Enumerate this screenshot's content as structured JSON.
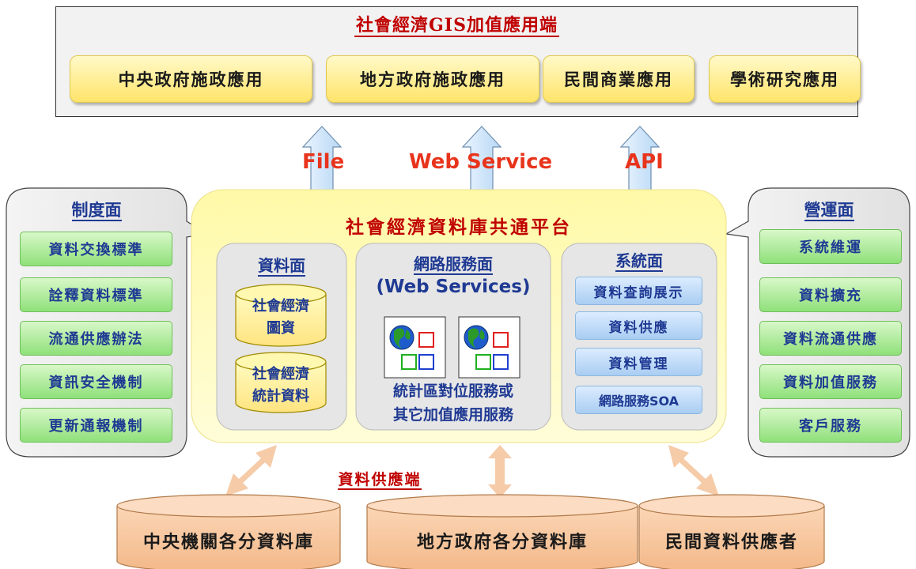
{
  "value_added": {
    "title": "社會經濟GIS加值應用端",
    "apps": [
      "中央政府施政應用",
      "地方政府施政應用",
      "民間商業應用",
      "學術研究應用"
    ]
  },
  "interfaces": [
    "File",
    "Web Service",
    "API"
  ],
  "institutional": {
    "title": "制度面",
    "items": [
      "資料交換標準",
      "詮釋資料標準",
      "流通供應辦法",
      "資訊安全機制",
      "更新通報機制"
    ]
  },
  "operations": {
    "title": "營運面",
    "items": [
      "系統維運",
      "資料擴充",
      "資料流通供應",
      "資料加值服務",
      "客戶服務"
    ]
  },
  "platform": {
    "title": "社會經濟資料庫共通平台",
    "data_side": {
      "title": "資料面",
      "cylinders": [
        [
          "社會經濟",
          "圖資"
        ],
        [
          "社會經濟",
          "統計資料"
        ]
      ]
    },
    "web_service_side": {
      "title": "網路服務面",
      "subtitle": "(Web Services)",
      "caption": [
        "統計區對位服務或",
        "其它加值應用服務"
      ]
    },
    "system_side": {
      "title": "系統面",
      "items": [
        "資料查詢展示",
        "資料供應",
        "資料管理",
        "網路服務SOA"
      ]
    }
  },
  "supply": {
    "title": "資料供應端",
    "databases": [
      "中央機關各分資料庫",
      "地方政府各分資料庫",
      "民間資料供應者"
    ]
  },
  "colors": {
    "title_red": "#c00000",
    "arrow_label": "#e8341c",
    "text_blue": "#1f3a93",
    "platform_yellow": "#fffbb0",
    "green_box": "#8fe07a",
    "blue_box": "#a9cdf2",
    "db_orange": "#f8c9a0"
  },
  "icons": [
    "globe-icon",
    "grid-squares-icon"
  ]
}
